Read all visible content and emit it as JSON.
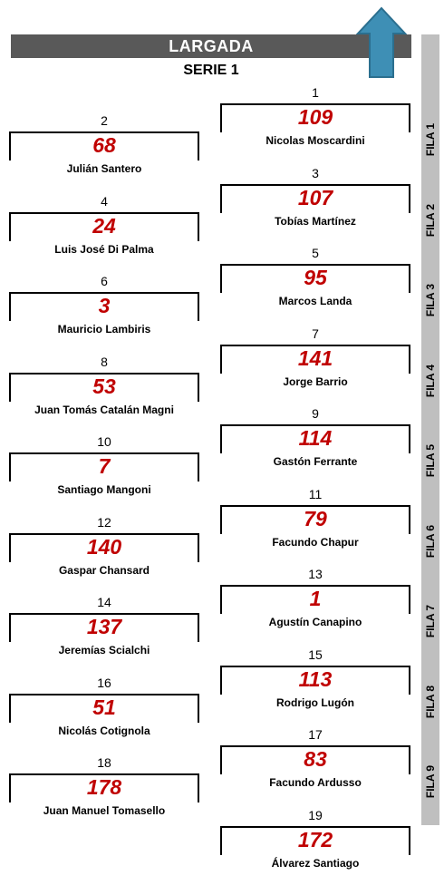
{
  "header": {
    "title": "LARGADA",
    "subtitle": "SERIE 1"
  },
  "colors": {
    "header_bg": "#595959",
    "number": "#c00000",
    "row_bar": "#bfbfbf",
    "arrow": "#3e8fb5"
  },
  "icons": {
    "direction": "up-arrow-icon"
  },
  "rows": [
    "FILA 1",
    "FILA 2",
    "FILA 3",
    "FILA 4",
    "FILA 5",
    "FILA 6",
    "FILA 7",
    "FILA 8",
    "FILA 9"
  ],
  "grid": [
    {
      "position": "1",
      "number": "109",
      "driver": "Nicolas Moscardini"
    },
    {
      "position": "2",
      "number": "68",
      "driver": "Julián Santero"
    },
    {
      "position": "3",
      "number": "107",
      "driver": "Tobías Martínez"
    },
    {
      "position": "4",
      "number": "24",
      "driver": "Luis José Di Palma"
    },
    {
      "position": "5",
      "number": "95",
      "driver": "Marcos Landa"
    },
    {
      "position": "6",
      "number": "3",
      "driver": "Mauricio Lambiris"
    },
    {
      "position": "7",
      "number": "141",
      "driver": "Jorge Barrio"
    },
    {
      "position": "8",
      "number": "53",
      "driver": "Juan Tomás Catalán Magni"
    },
    {
      "position": "9",
      "number": "114",
      "driver": "Gastón Ferrante"
    },
    {
      "position": "10",
      "number": "7",
      "driver": "Santiago Mangoni"
    },
    {
      "position": "11",
      "number": "79",
      "driver": "Facundo Chapur"
    },
    {
      "position": "12",
      "number": "140",
      "driver": "Gaspar Chansard"
    },
    {
      "position": "13",
      "number": "1",
      "driver": "Agustín Canapino"
    },
    {
      "position": "14",
      "number": "137",
      "driver": "Jeremías Scialchi"
    },
    {
      "position": "15",
      "number": "113",
      "driver": "Rodrigo Lugón"
    },
    {
      "position": "16",
      "number": "51",
      "driver": "Nicolás Cotignola"
    },
    {
      "position": "17",
      "number": "83",
      "driver": "Facundo Ardusso"
    },
    {
      "position": "18",
      "number": "178",
      "driver": "Juan Manuel Tomasello"
    },
    {
      "position": "19",
      "number": "172",
      "driver": "Álvarez Santiago"
    }
  ]
}
